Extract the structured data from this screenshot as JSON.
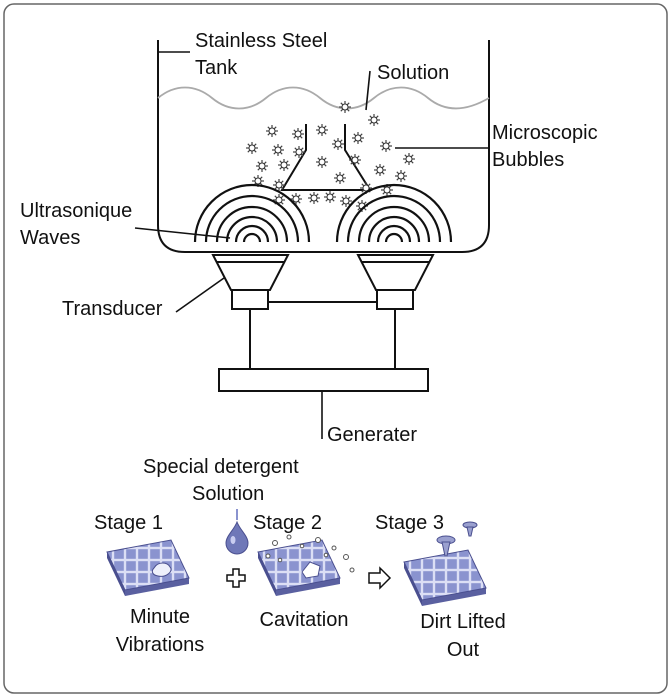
{
  "labels": {
    "tank_line1": "Stainless Steel",
    "tank_line2": "Tank",
    "solution": "Solution",
    "bubbles_line1": "Microscopic",
    "bubbles_line2": "Bubbles",
    "waves_line1": "Ultrasonique",
    "waves_line2": "Waves",
    "transducer": "Transducer",
    "generator": "Generater",
    "detergent_line1": "Special detergent",
    "detergent_line2": "Solution"
  },
  "stages": [
    {
      "title": "Stage 1",
      "caption_line1": "Minute",
      "caption_line2": "Vibrations"
    },
    {
      "title": "Stage 2",
      "caption_line1": "Cavitation",
      "caption_line2": ""
    },
    {
      "title": "Stage 3",
      "caption_line1": "Dirt Lifted",
      "caption_line2": "Out"
    }
  ],
  "symbols": {
    "plus": "plus-icon",
    "arrow": "arrow-right-icon",
    "drop": "droplet-icon"
  },
  "colors": {
    "tile": "#8a93cf",
    "tile_dark": "#4a4f8f",
    "grout": "#dcdff5",
    "line": "#111111"
  }
}
